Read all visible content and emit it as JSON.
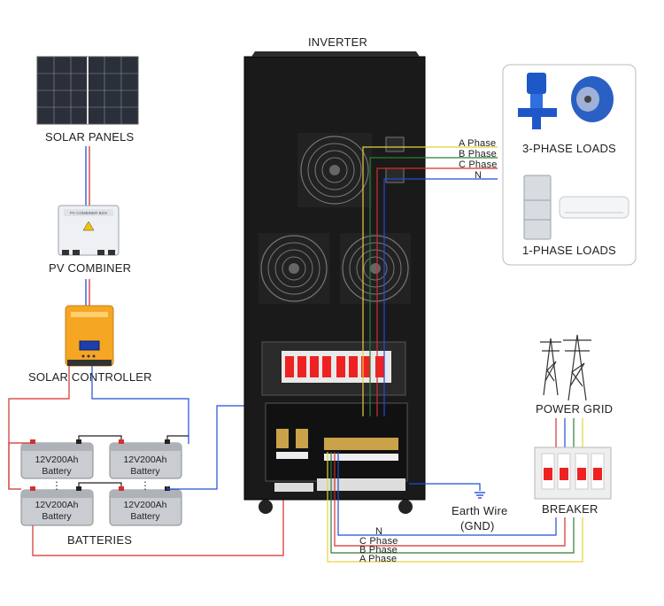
{
  "labels": {
    "inverter": "INVERTER",
    "solar_panels": "SOLAR PANELS",
    "pv_combiner": "PV COMBINER",
    "solar_controller": "SOLAR CONTROLLER",
    "batteries": "BATTERIES",
    "three_phase_loads": "3-PHASE LOADS",
    "one_phase_loads": "1-PHASE LOADS",
    "power_grid": "POWER GRID",
    "breaker": "BREAKER",
    "earth_wire": "Earth Wire",
    "gnd": "(GND)"
  },
  "output_wires": [
    "A Phase",
    "B Phase",
    "C Phase",
    "N"
  ],
  "input_wires": [
    "N",
    "C Phase",
    "B Phase",
    "A Phase"
  ],
  "battery": {
    "rating": "12V200Ah",
    "name": "Battery"
  },
  "colors": {
    "a_phase": "#e8d23a",
    "b_phase": "#2e7d32",
    "c_phase": "#d32f2f",
    "neutral": "#1e4fd6",
    "inverter_body": "#1a1a1a",
    "controller": "#f5a623"
  }
}
